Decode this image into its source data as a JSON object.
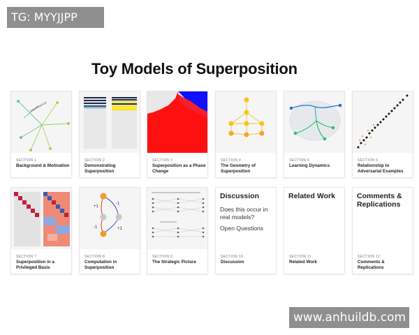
{
  "overlay": {
    "top_tag": "TG: MYYJJPP",
    "bottom_tag": "www.anhuildb.com"
  },
  "page": {
    "title": "Toy Models of Superposition"
  },
  "sections": [
    {
      "number": "SECTION 1",
      "title": "Background & Motivation",
      "thumb_icon": "feature-vectors-figure",
      "thumb_text": "Interference"
    },
    {
      "number": "SECTION 2",
      "title": "Demonstrating Superposition",
      "thumb_icon": "weight-matrix-figure"
    },
    {
      "number": "SECTION 3",
      "title": "Superposition as a Phase Change",
      "thumb_icon": "phase-diagram-figure"
    },
    {
      "number": "SECTION 4",
      "title": "The Geometry of Superposition",
      "thumb_icon": "geometry-graph-figure"
    },
    {
      "number": "SECTION 5",
      "title": "Learning Dynamics",
      "thumb_icon": "learning-trajectories-figure"
    },
    {
      "number": "SECTION 6",
      "title": "Relationship to Adversarial Examples",
      "thumb_icon": "scatter-plot-figure"
    },
    {
      "number": "SECTION 7",
      "title": "Superposition in a Privileged Basis",
      "thumb_icon": "privileged-basis-matrix-figure"
    },
    {
      "number": "SECTION 8",
      "title": "Computation in Superposition",
      "thumb_icon": "computation-graph-figure",
      "thumb_labels": [
        "+1",
        "-1",
        "+1",
        "-1"
      ]
    },
    {
      "number": "SECTION 9",
      "title": "The Strategic Picture",
      "thumb_icon": "strategy-network-figure"
    },
    {
      "number": "SECTION 10",
      "title": "Discussion",
      "thumb_heading": "Discussion",
      "thumb_lines": [
        "Does this occur in real models?",
        "Open Questions"
      ]
    },
    {
      "number": "SECTION 11",
      "title": "Related Work",
      "thumb_heading": "Related Work"
    },
    {
      "number": "SECTION 12",
      "title": "Comments & Replications",
      "thumb_heading": "Comments & Replications"
    }
  ]
}
